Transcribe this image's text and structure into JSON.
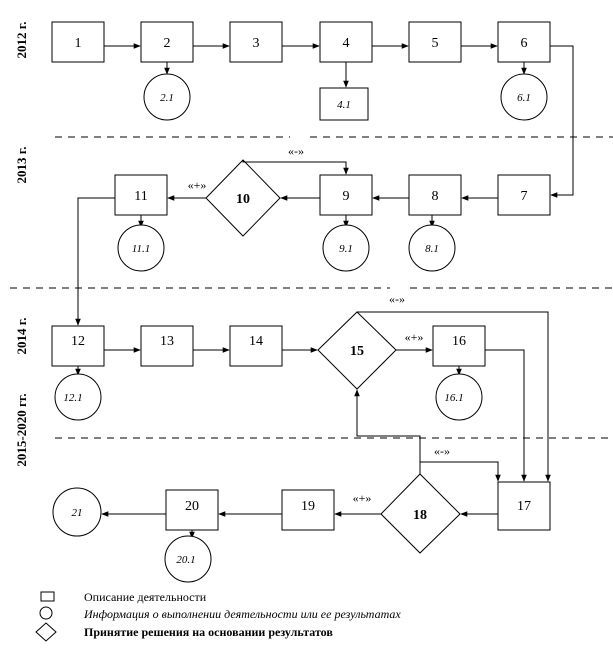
{
  "years": {
    "y2012": "2012 г.",
    "y2013": "2013 г.",
    "y2014": "2014 г.",
    "y2015": "2015-2020 гг."
  },
  "activities": {
    "n1": "1",
    "n2": "2",
    "n3": "3",
    "n4": "4",
    "n5": "5",
    "n6": "6",
    "n7": "7",
    "n8": "8",
    "n9": "9",
    "n11": "11",
    "n12": "12",
    "n13": "13",
    "n14": "14",
    "n16": "16",
    "n17": "17",
    "n19": "19",
    "n20": "20",
    "n4_1": "4.1"
  },
  "results": {
    "r2_1": "2.1",
    "r6_1": "6.1",
    "r11_1": "11.1",
    "r9_1": "9.1",
    "r8_1": "8.1",
    "r12_1": "12.1",
    "r16_1": "16.1",
    "r21": "21",
    "r20_1": "20.1"
  },
  "decisions": {
    "d10": "10",
    "d15": "15",
    "d18": "18"
  },
  "branch_labels": {
    "plus": "«+»",
    "minus": "«-»"
  },
  "legend": {
    "activity": "Описание деятельности",
    "info": "Информация о выполнении деятельности или ее результатах",
    "decision": "Принятие решения на основании результатов"
  }
}
